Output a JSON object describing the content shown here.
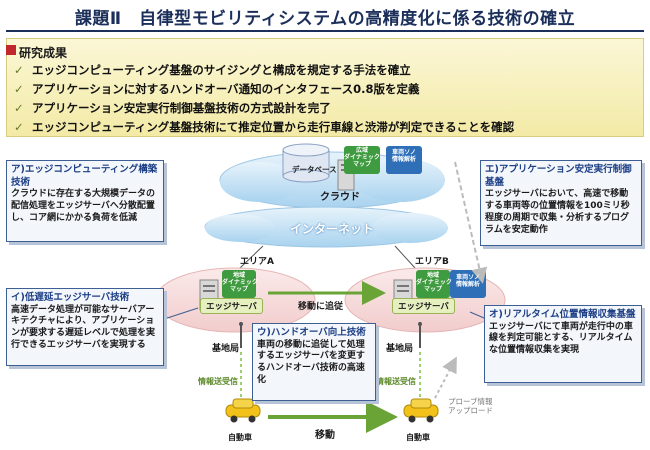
{
  "header": {
    "title": "課題Ⅱ　自律型モビリティシステムの高精度化に係る技術の確立"
  },
  "results": {
    "title": "研究成果",
    "items": [
      "エッジコンピューティング基盤のサイジングと構成を規定する手法を確立",
      "アプリケーションに対するハンドオーバ通知のインタフェース0.8版を定義",
      "アプリケーション安定実行制御基盤技術の方式設計を完了",
      "エッジコンピューティング基盤技術にて推定位置から走行車線と渋滞が判定できることを確認"
    ]
  },
  "diagram": {
    "cloud_label": "クラウド",
    "internet_label": "インターネット",
    "database_label": "データベース",
    "cloud_dynamic_map": "広域\nダイナミック\nマップ",
    "cloud_lane_analysis": "車両ソノ\n情報解析",
    "area_a": "エリアA",
    "area_b": "エリアB",
    "edge_server_a": "エッジサーバ",
    "edge_server_b": "エッジサーバ",
    "area_dynamic_map_a": "地域\nダイナミック\nマップ",
    "area_dynamic_map_b": "地域\nダイナミック\nマップ",
    "lane_analysis_b": "車両ソノ\n情報解析",
    "follow_move": "移動に追従",
    "base_station_a": "基地局",
    "base_station_b": "基地局",
    "info_tx_a": "情報送受信",
    "info_tx_b": "情報送受信",
    "probe_upload": "プローブ情報\nアップロード",
    "car_a": "自動車",
    "car_b": "自動車",
    "move": "移動",
    "box_a": {
      "title": "ア)エッジコンピューティング構築技術",
      "body": "クラウドに存在する大規模データの配信処理をエッジサーバへ分散配置し、コア網にかかる負荷を低減"
    },
    "box_i": {
      "title": "イ)低遅延エッジサーバ技術",
      "body": "高速データ処理が可能なサーバアーキテクチャにより、アプリケーションが要求する遅延レベルで処理を実行できるエッジサーバを実現する"
    },
    "box_u": {
      "title": "ウ)ハンドオーバ向上技術",
      "body": "車両の移動に追従して処理するエッジサーバを変更するハンドオーバ技術の高速化"
    },
    "box_e": {
      "title": "エ)アプリケーション安定実行制御基盤",
      "body": "エッジサーバにおいて、高速で移動する車両等の位置情報を100ミリ秒程度の周期で収集・分析するプログラムを安定動作"
    },
    "box_o": {
      "title": "オ)リアルタイム位置情報収集基盤",
      "body": "エッジサーバにて車両が走行中の車線を判定可能とする、リアルタイムな位置情報収集を実現"
    }
  },
  "colors": {
    "navy": "#1b2f5a",
    "box_border": "#3d5f93",
    "area_fill": "#f6dede",
    "cloud_fill": "#bfe0f5",
    "green": "#5c8a2a"
  }
}
